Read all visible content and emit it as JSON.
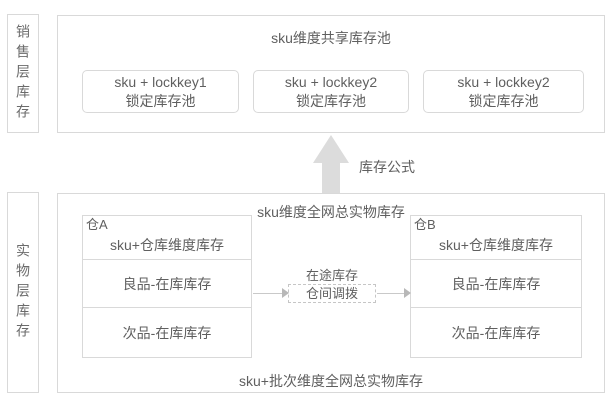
{
  "diagram": {
    "sales_layer": {
      "side_label": "销售层库存",
      "pool_title": "sku维度共享库存池",
      "lock_pools": [
        {
          "line1": "sku + lockkey1",
          "line2": "锁定库存池"
        },
        {
          "line1": "sku + lockkey2",
          "line2": "锁定库存池"
        },
        {
          "line1": "sku + lockkey2",
          "line2": "锁定库存池"
        }
      ]
    },
    "formula": {
      "label": "库存公式"
    },
    "physical_layer": {
      "side_label": "实物层库存",
      "network_title": "sku维度全网总实物库存",
      "batch_title": "sku+批次维度全网总实物库存",
      "warehouse_a": {
        "name": "仓A",
        "rows": [
          "sku+仓库维度库存",
          "良品-在库库存",
          "次品-在库库存"
        ]
      },
      "warehouse_b": {
        "name": "仓B",
        "rows": [
          "sku+仓库维度库存",
          "良品-在库库存",
          "次品-在库库存"
        ]
      },
      "transit": {
        "label": "在途库存",
        "box_label": "仓间调拨"
      }
    },
    "colors": {
      "border": "#d9d9d9",
      "text": "#666666",
      "arrow_fill": "#dcdcdc"
    }
  }
}
